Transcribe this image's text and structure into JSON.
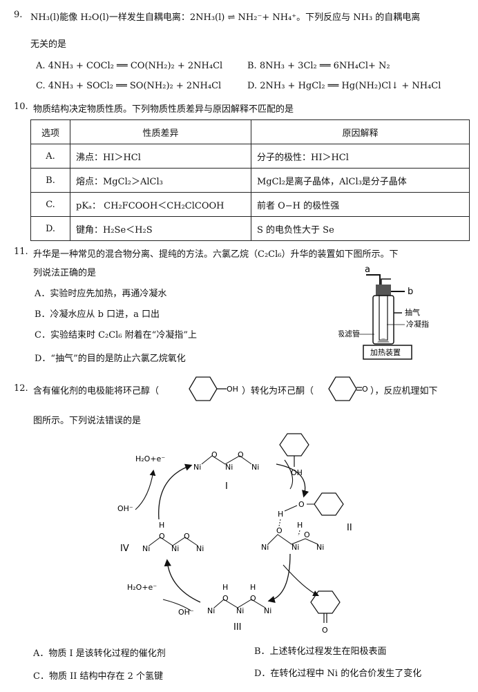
{
  "q9": {
    "number": "9.",
    "stem_line1": "NH₃(l)能像 H₂O(l)一样发生自耦电离：2NH₃(l) ⇌ NH₂⁻+ NH₄⁺。下列反应与 NH₃ 的自耦电离",
    "stem_line2": "无关的是",
    "options": [
      "A.  4NH₃ + COCl₂ ══ CO(NH₂)₂ + 2NH₄Cl",
      "B.  8NH₃ + 3Cl₂ ══ 6NH₄Cl+ N₂",
      "C.  4NH₃ + SOCl₂ ══ SO(NH₂)₂ + 2NH₄Cl",
      "D.  2NH₃ + HgCl₂ ══ Hg(NH₂)Cl↓ + NH₄Cl"
    ]
  },
  "q10": {
    "number": "10.",
    "stem": "物质结构决定物质性质。下列物质性质差异与原因解释不匹配的是",
    "headers": [
      "选项",
      "性质差异",
      "原因解释"
    ],
    "rows": [
      [
        "A.",
        "沸点：HI＞HCl",
        "分子的极性：HI＞HCl"
      ],
      [
        "B.",
        "熔点：MgCl₂＞AlCl₃",
        "MgCl₂是离子晶体，AlCl₃是分子晶体"
      ],
      [
        "C.",
        "pKₐ：  CH₂FCOOH＜CH₂ClCOOH",
        "前者 O−H 的极性强"
      ],
      [
        "D.",
        "键角：H₂Se＜H₂S",
        "S 的电负性大于 Se"
      ]
    ]
  },
  "q11": {
    "number": "11.",
    "stem_line1": "升华是一种常见的混合物分离、提纯的方法。六氯乙烷（C₂Cl₆）升华的装置如下图所示。下",
    "stem_line2": "列说法正确的是",
    "options": [
      "A．实验时应先加热，再通冷凝水",
      "B．冷凝水应从 b 口进，a 口出",
      "C．实验结束时 C₂Cl₆ 附着在“冷凝指”上",
      "D．“抽气”的目的是防止六氯乙烷氧化"
    ],
    "figure": {
      "label_a": "a",
      "label_b": "b",
      "label_pump": "抽气",
      "label_finger": "冷凝指",
      "label_tube": "吸滤管",
      "label_heater": "加热装置"
    }
  },
  "q12": {
    "number": "12.",
    "stem_part1": "含有催化剂的电极能将环己醇（",
    "oh": "OH",
    "stem_part2": "）转化为环己酮（",
    "o": "O",
    "stem_part3": "），反应机理如下",
    "stem_line2": "图所示。下列说法错误的是",
    "figure": {
      "h2o_e_top": "H₂O+e⁻",
      "oh_minus_left": "OH⁻",
      "h2o_e_bottom": "H₂O+e⁻",
      "oh_minus_bottom": "OH⁻",
      "ni": "Ni",
      "o_atom": "O",
      "h_atom": "H",
      "oh_group": "OH",
      "label_I": "I",
      "label_II": "II",
      "label_III": "III",
      "label_IV": "IV"
    },
    "options": [
      "A．物质 I 是该转化过程的催化剂",
      "B．上述转化过程发生在阳极表面",
      "C．物质 II 结构中存在 2 个氢键",
      "D．在转化过程中 Ni 的化合价发生了变化"
    ]
  }
}
